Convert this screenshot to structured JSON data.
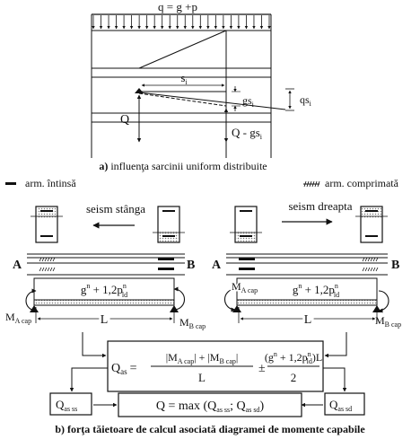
{
  "load_label": "q = g +p",
  "labels": {
    "si": "s",
    "si_sub": "i",
    "gsi": "gs",
    "gsi_sub": "i",
    "qsi": "qs",
    "qsi_sub": "i",
    "Q": "Q",
    "Q_minus": "Q - gs",
    "Q_minus_sub": "i"
  },
  "caption_a": {
    "letter": "a)",
    "text": " influenţa sarcinii uniform distribuite"
  },
  "legend": {
    "tension": "arm. întinsă",
    "compression": "arm. comprimată"
  },
  "left_case": {
    "title": "seism stânga",
    "A": "A",
    "B": "B",
    "MA": "M",
    "MA_sub": "A cap",
    "MB": "M",
    "MB_sub": "B cap",
    "L": "L",
    "load": "g",
    "load_sup": "n",
    "load_mid": " + 1,2p",
    "load_sub": "ld",
    "load_sup2": "n"
  },
  "right_case": {
    "title": "seism dreapta",
    "A": "A",
    "B": "B",
    "MA": "M",
    "MA_sub": "A cap",
    "MB": "M",
    "MB_sub": "B cap",
    "L": "L",
    "load": "g",
    "load_sup": "n",
    "load_mid": " + 1,2p",
    "load_sub": "ld",
    "load_sup2": "n"
  },
  "formula": {
    "lhs": "Q",
    "lhs_sub": "as",
    "eq": "=",
    "num_a": "|M",
    "num_a_sub": "A cap",
    "num_plus": "| + |M",
    "num_b_sub": "B cap",
    "num_end": "|",
    "den": "L",
    "pm": "±",
    "num2_a": "(g",
    "num2_sup": "n",
    "num2_mid": " + 1,2p",
    "num2_sub": "ld",
    "num2_sup2": "n",
    "num2_end": ")L",
    "den2": "2"
  },
  "qss": {
    "main": "Q",
    "sub": "as ss"
  },
  "qsd": {
    "main": "Q",
    "sub": "as sd"
  },
  "max_formula": {
    "text": "Q = max (Q",
    "sub1": "as ss",
    "mid": "; Q",
    "sub2": "as sd",
    "end": ")"
  },
  "caption_b": {
    "letter": "b)",
    "text": " forţa tăietoare de calcul asociată diagramei de momente capabile"
  }
}
